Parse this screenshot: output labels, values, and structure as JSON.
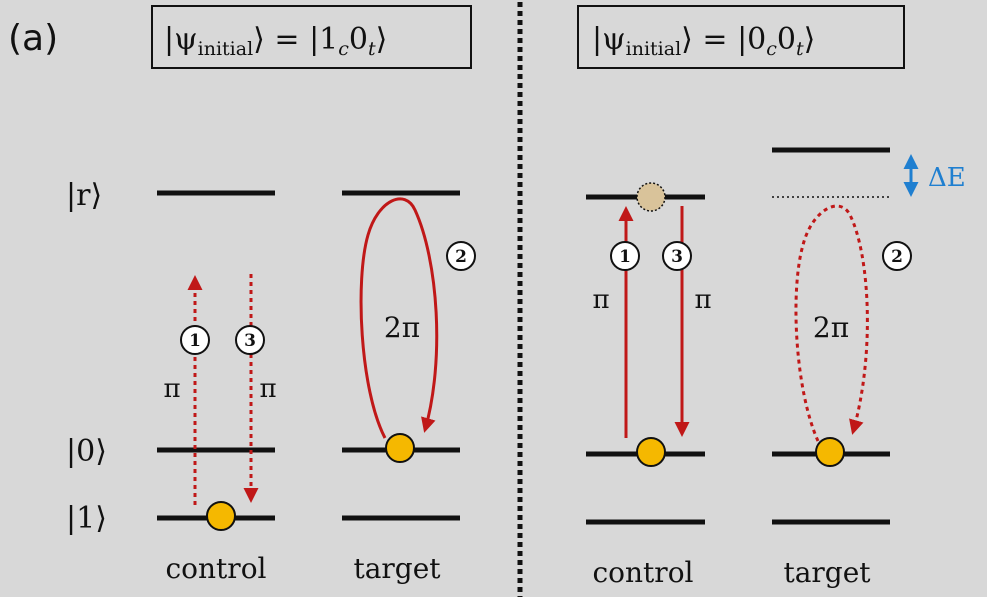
{
  "panel_label": "(a)",
  "left_panel": {
    "state": {
      "prefix": "|ψ",
      "sub": "initial",
      "mid": "⟩ = |1",
      "c": "c",
      "zero": "0",
      "t": "t",
      "suffix": "⟩"
    },
    "level_labels": [
      "|r⟩",
      "|0⟩",
      "|1⟩"
    ],
    "column_labels": [
      "control",
      "target"
    ],
    "pulses": [
      "π",
      "π"
    ],
    "angle": "2π",
    "steps": [
      "1",
      "3",
      "2"
    ]
  },
  "right_panel": {
    "state": {
      "prefix": "|ψ",
      "sub": "initial",
      "mid": "⟩ = |0",
      "c": "c",
      "zero": "0",
      "t": "t",
      "suffix": "⟩"
    },
    "column_labels": [
      "control",
      "target"
    ],
    "pulses": [
      "π",
      "π"
    ],
    "angle": "2π",
    "steps": [
      "1",
      "3",
      "2"
    ],
    "shift_label": "ΔE"
  },
  "colors": {
    "background": "#d8d8d8",
    "level": "#111111",
    "pulse_arrow": "#c01818",
    "atom": "#f5b800",
    "blocked_atom": "#d9c39a",
    "shift_arrow": "#1f7fd0"
  }
}
